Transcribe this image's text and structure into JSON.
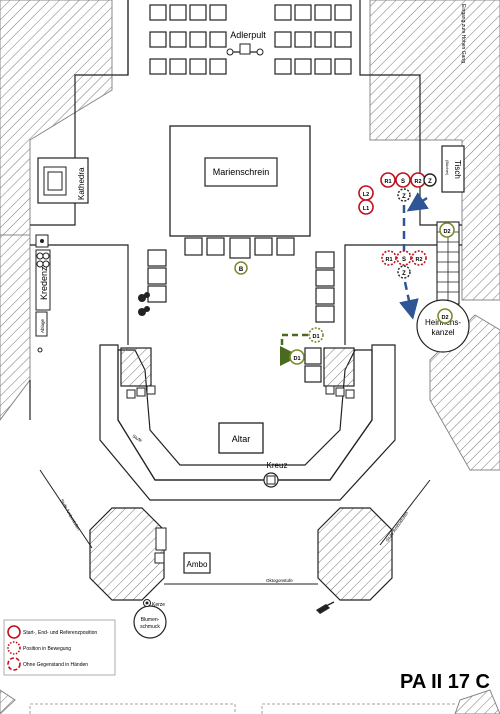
{
  "labels": {
    "adlerpult": "Adlerpult",
    "marienschrein": "Marienschrein",
    "kathedra": "Kathedra",
    "kredenz": "Kredenz",
    "ablage": "Ablage",
    "tisch": "Tisch",
    "tisch_sub": "(Bücher)",
    "heinrichskanzel_1": "Heinrichs-",
    "heinrichskanzel_2": "kanzel",
    "altar": "Altar",
    "kreuz": "Kreuz",
    "ambo": "Ambo",
    "kerze": "Kerze",
    "blumenschmuck_1": "Blumen-",
    "blumenschmuck_2": "schmuck",
    "stufe_left": "Stufe",
    "stufe_ambo": "Stufe Ambostufen",
    "stufe_right": "Stufe Ambostufen",
    "oktogonstufe": "Oktogonstufe",
    "top_edge": "Eingang zum Hohen Gang",
    "page_code": "PA II 17 C"
  },
  "markers": {
    "B": "B",
    "L2": "L2",
    "L1": "L1",
    "R1": "R1",
    "S": "S",
    "R2": "R2",
    "Z": "Z",
    "D2": "D2",
    "D1": "D1"
  },
  "legend": [
    {
      "label": "Start-, End- und Referenzposition",
      "style": "solid"
    },
    {
      "label": "Position in Bewegung",
      "style": "dotted"
    },
    {
      "label": "Ohne Gegenstand in Händen",
      "style": "dashed"
    }
  ],
  "colors": {
    "marker_red": "#c0101c",
    "path_blue": "#2f5597",
    "path_green": "#4a6b1f",
    "marker_olive": "#7a8a2c",
    "hatch": "#777777"
  }
}
